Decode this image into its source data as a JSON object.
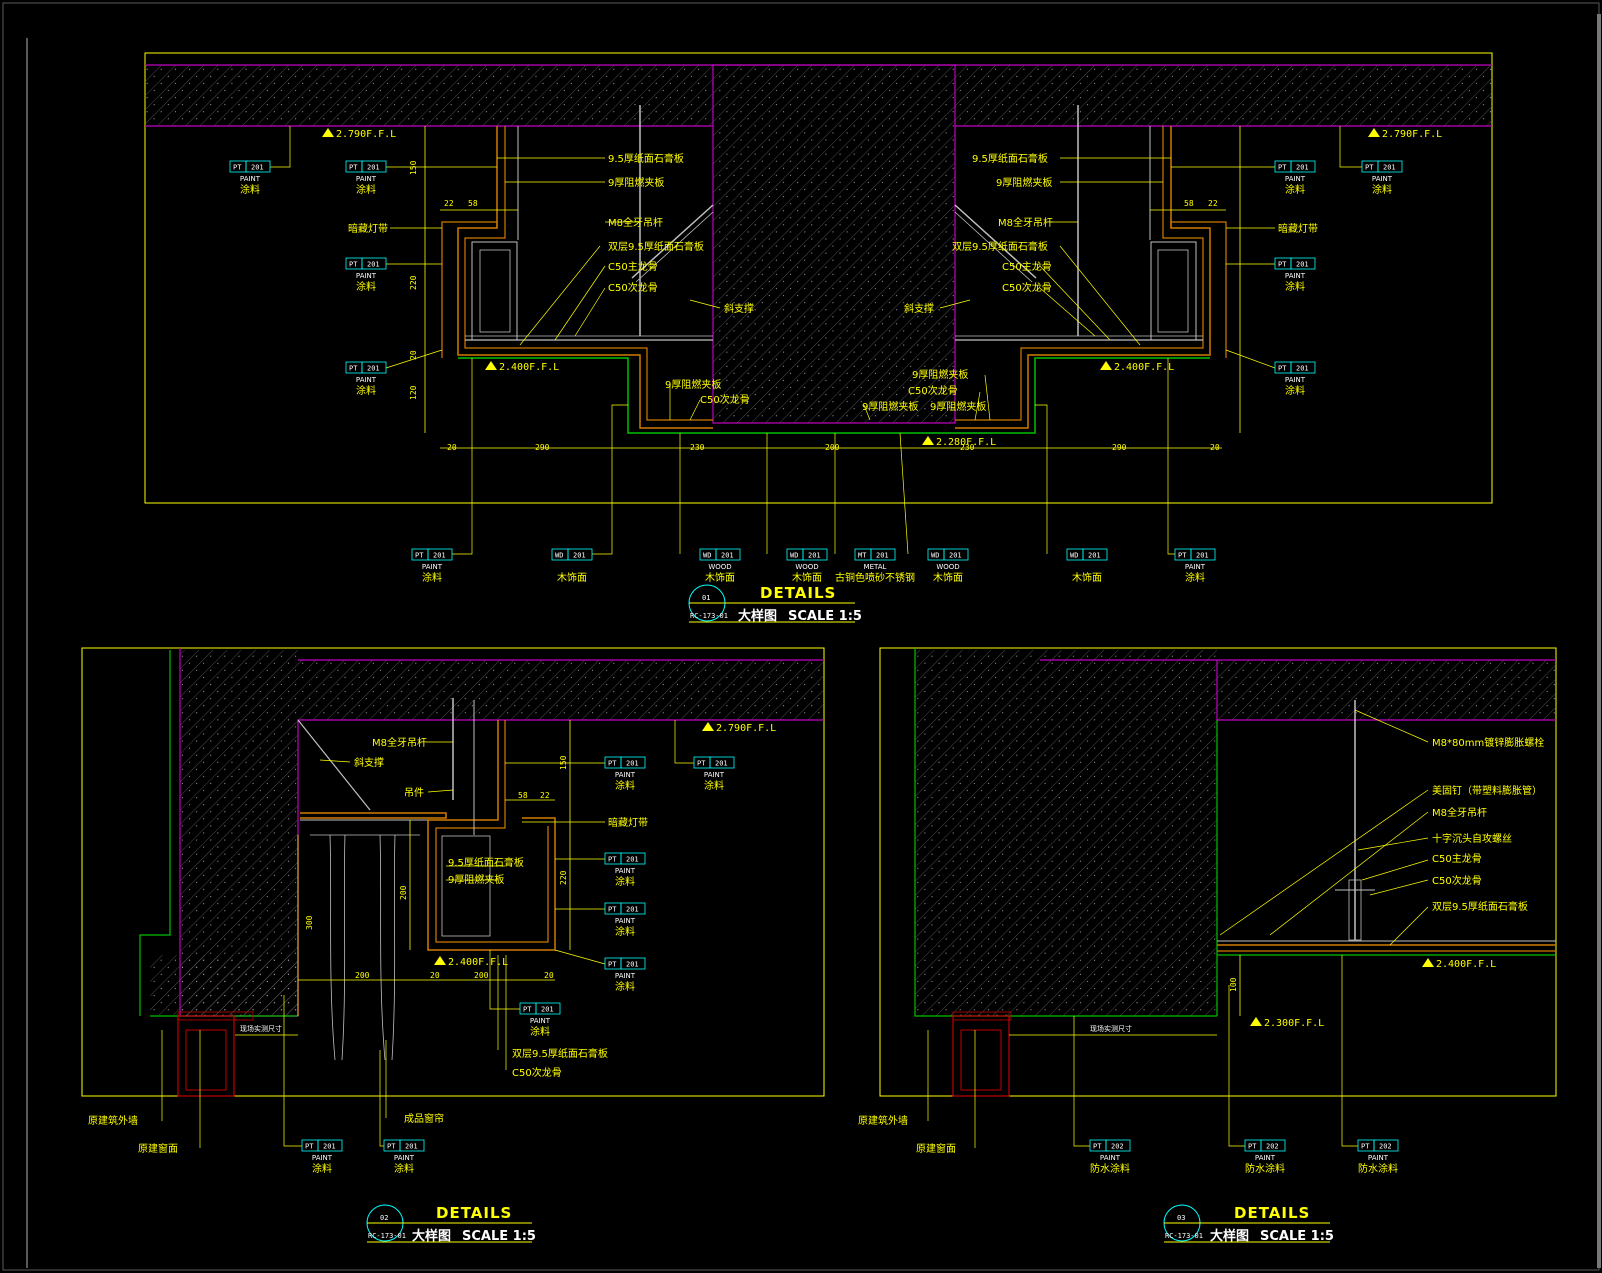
{
  "colors": {
    "background": "#000000",
    "frame_yellow": "#ffff00",
    "wall_magenta": "#c000c0",
    "finish_green": "#00c000",
    "board_orange": "#d07a00",
    "frame_white": "#ffffff",
    "dim_cyan": "#00ffff",
    "window_red": "#c00000",
    "hatch_gray": "#808080",
    "border_gray": "#6a6a6a"
  },
  "detail1": {
    "levels": [
      "2.790F.F.L",
      "2.790F.F.L",
      "2.400F.F.L",
      "2.400F.F.L",
      "2.280F.F.L"
    ],
    "callouts_left": [
      "9.5厚纸面石膏板",
      "9厚阻燃夹板",
      "M8全牙吊杆",
      "双层9.5厚纸面石膏板",
      "C50主龙骨",
      "C50次龙骨",
      "斜支撑",
      "9厚阻燃夹板",
      "C50次龙骨",
      "9厚阻燃夹板"
    ],
    "callouts_right": [
      "9.5厚纸面石膏板",
      "9厚阻燃夹板",
      "M8全牙吊杆",
      "双层9.5厚纸面石膏板",
      "C50主龙骨",
      "C50次龙骨",
      "斜支撑",
      "9厚阻燃夹板",
      "C50次龙骨",
      "9厚阻燃夹板"
    ],
    "light_strip": "暗藏灯带",
    "side_tags": [
      {
        "code": "PT",
        "num": "201",
        "en": "PAINT",
        "cn": "涂料"
      },
      {
        "code": "PT",
        "num": "201",
        "en": "PAINT",
        "cn": "涂料"
      },
      {
        "code": "PT",
        "num": "201",
        "en": "PAINT",
        "cn": "涂料"
      },
      {
        "code": "PT",
        "num": "201",
        "en": "PAINT",
        "cn": "涂料"
      },
      {
        "code": "PT",
        "num": "201",
        "en": "PAINT",
        "cn": "涂料"
      },
      {
        "code": "PT",
        "num": "201",
        "en": "PAINT",
        "cn": "涂料"
      },
      {
        "code": "PT",
        "num": "201",
        "en": "PAINT",
        "cn": "涂料"
      },
      {
        "code": "PT",
        "num": "201",
        "en": "PAINT",
        "cn": "涂料"
      }
    ],
    "bottom_tags": [
      {
        "code": "PT",
        "num": "201",
        "en": "PAINT",
        "cn": "涂料"
      },
      {
        "code": "WD",
        "num": "201",
        "en": "",
        "cn": "木饰面"
      },
      {
        "code": "WD",
        "num": "201",
        "en": "WOOD",
        "cn": "木饰面"
      },
      {
        "code": "WD",
        "num": "201",
        "en": "WOOD",
        "cn": "木饰面"
      },
      {
        "code": "MT",
        "num": "201",
        "en": "METAL",
        "cn": "古铜色喷砂不锈钢"
      },
      {
        "code": "WD",
        "num": "201",
        "en": "WOOD",
        "cn": "木饰面"
      },
      {
        "code": "WD",
        "num": "201",
        "en": "",
        "cn": "木饰面"
      },
      {
        "code": "PT",
        "num": "201",
        "en": "PAINT",
        "cn": "涂料"
      }
    ],
    "dims_bottom": [
      "20",
      "290",
      "230",
      "200",
      "230",
      "290",
      "20"
    ],
    "dims_left": [
      "150",
      "220",
      "20",
      "120"
    ],
    "dims_top": [
      "22",
      "58",
      "58",
      "22"
    ],
    "title": {
      "num": "01",
      "ref": "RC-173-01",
      "en": "DETAILS",
      "cn": "大样图",
      "scale": "SCALE  1:5"
    }
  },
  "detail2": {
    "level_top": "2.790F.F.L",
    "level_bottom": "2.400F.F.L",
    "callouts": [
      "M8全牙吊杆",
      "斜支撑",
      "吊件",
      "暗藏灯带",
      "9.5厚纸面石膏板",
      "9厚阻燃夹板",
      "双层9.5厚纸面石膏板",
      "C50次龙骨"
    ],
    "left_labels": [
      "原建筑外墙",
      "原建窗面",
      "成品窗帘"
    ],
    "side_tags": [
      {
        "code": "PT",
        "num": "201",
        "en": "PAINT",
        "cn": "涂料"
      },
      {
        "code": "PT",
        "num": "201",
        "en": "PAINT",
        "cn": "涂料"
      },
      {
        "code": "PT",
        "num": "201",
        "en": "PAINT",
        "cn": "涂料"
      },
      {
        "code": "PT",
        "num": "201",
        "en": "PAINT",
        "cn": "涂料"
      },
      {
        "code": "PT",
        "num": "201",
        "en": "PAINT",
        "cn": "涂料"
      },
      {
        "code": "PT",
        "num": "201",
        "en": "PAINT",
        "cn": "涂料"
      },
      {
        "code": "PT",
        "num": "201",
        "en": "PAINT",
        "cn": "涂料"
      },
      {
        "code": "PT",
        "num": "201",
        "en": "PAINT",
        "cn": "涂料"
      }
    ],
    "dims": [
      "150",
      "58",
      "22",
      "220",
      "200",
      "20",
      "200",
      "20",
      "300",
      "200"
    ],
    "note": "现场实测尺寸",
    "title": {
      "num": "02",
      "ref": "RC-173-01",
      "en": "DETAILS",
      "cn": "大样图",
      "scale": "SCALE  1:5"
    }
  },
  "detail3": {
    "level_a": "2.400F.F.L",
    "level_b": "2.300F.F.L",
    "callouts": [
      "M8*80mm镀锌膨胀螺栓",
      "美固钉（带塑料膨胀管）",
      "M8全牙吊杆",
      "十字沉头自攻螺丝",
      "C50主龙骨",
      "C50次龙骨",
      "双层9.5厚纸面石膏板"
    ],
    "left_labels": [
      "原建筑外墙",
      "原建窗面"
    ],
    "tags": [
      {
        "code": "PT",
        "num": "202",
        "en": "PAINT",
        "cn": "防水涂料"
      },
      {
        "code": "PT",
        "num": "202",
        "en": "PAINT",
        "cn": "防水涂料"
      },
      {
        "code": "PT",
        "num": "202",
        "en": "PAINT",
        "cn": "防水涂料"
      }
    ],
    "dim": "100",
    "note": "现场实测尺寸",
    "title": {
      "num": "03",
      "ref": "RC-173-01",
      "en": "DETAILS",
      "cn": "大样图",
      "scale": "SCALE  1:5"
    }
  }
}
